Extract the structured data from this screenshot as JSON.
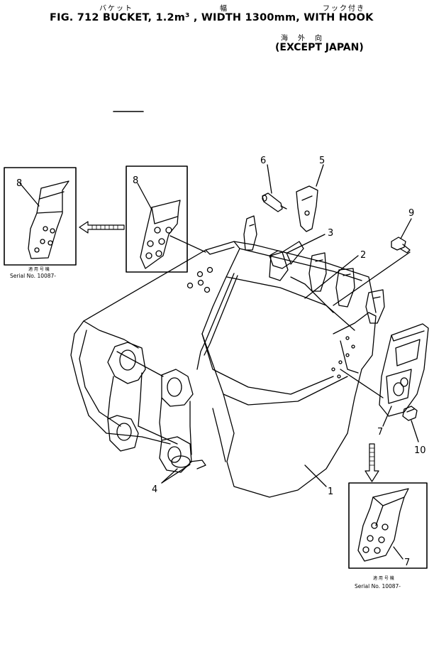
{
  "header": {
    "kana_bucket": "バケット",
    "kana_width": "幅",
    "kana_hook": "フック付き",
    "title": "FIG. 712  BUCKET, 1.2m³ , WIDTH 1300mm, WITH HOOK",
    "kana_overseas": "海　外　向",
    "subtitle": "(EXCEPT JAPAN)"
  },
  "callouts": {
    "c1": "1",
    "c2": "2",
    "c3": "3",
    "c4": "4",
    "c5": "5",
    "c6": "6",
    "c7a": "7",
    "c7b": "7",
    "c8a": "8",
    "c8b": "8",
    "c9": "9",
    "c10": "10"
  },
  "insets": {
    "left_jp": "適 用 号 機",
    "left_serial": "Serial No. 10087-",
    "right_jp": "適 用 号 機",
    "right_serial": "Serial No. 10087-"
  },
  "colors": {
    "line": "#000000",
    "background": "#ffffff"
  }
}
